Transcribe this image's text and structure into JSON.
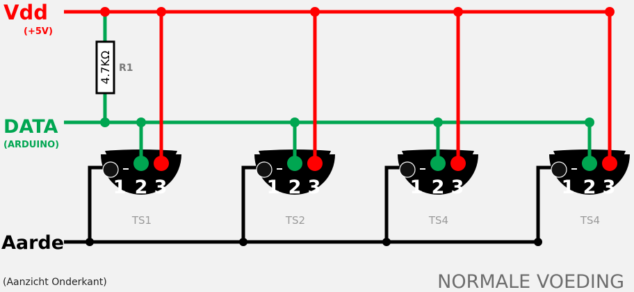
{
  "labels": {
    "vdd": "Vdd",
    "vdd_sub": "(+5V)",
    "data": "DATA",
    "data_sub": "(ARDUINO)",
    "ground": "Aarde",
    "view_note": "(Aanzicht Onderkant)",
    "mode_title": "NORMALE VOEDING"
  },
  "resistor": {
    "name": "R1",
    "value": "4.7KΩ"
  },
  "sensors": [
    {
      "name": "TS1",
      "pins": [
        "1",
        "2",
        "3"
      ]
    },
    {
      "name": "TS2",
      "pins": [
        "1",
        "2",
        "3"
      ]
    },
    {
      "name": "TS4",
      "pins": [
        "1",
        "2",
        "3"
      ]
    },
    {
      "name": "TS4",
      "pins": [
        "1",
        "2",
        "3"
      ]
    }
  ],
  "colors": {
    "vdd": "#ff0000",
    "data": "#00a651",
    "ground": "#000000",
    "sensor_body": "#000000",
    "sensor_label": "#999999",
    "title": "#6d6d6d"
  }
}
